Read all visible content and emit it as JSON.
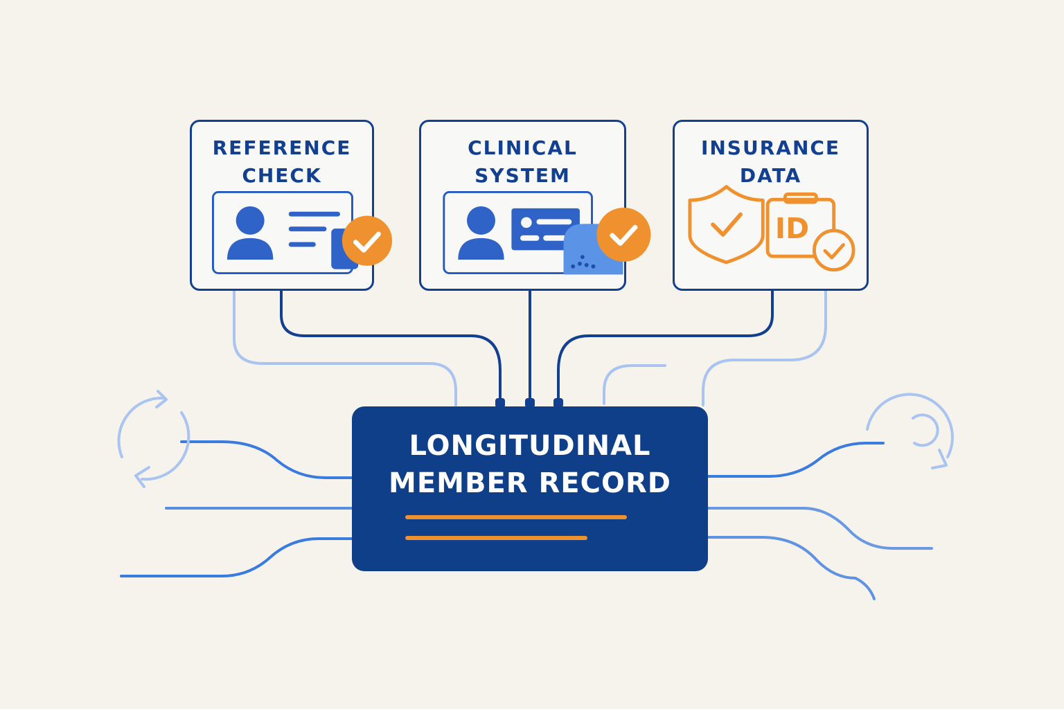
{
  "sources": [
    {
      "title": "REFERENCE\nCHECK",
      "icon": "id-card-check-icon"
    },
    {
      "title": "CLINICAL\nSYSTEM",
      "icon": "clinical-card-check-icon"
    },
    {
      "title": "INSURANCE\nDATA",
      "icon": "shield-id-check-icon",
      "badge_text": "ID"
    }
  ],
  "hub": {
    "title": "LONGITUDINAL\nMEMBER RECORD"
  },
  "colors": {
    "navy": "#123f8f",
    "hub_fill": "#0f3f88",
    "accent_orange": "#f0912f",
    "accent_blue": "#3a7be0",
    "light_blue": "#a9c4f0",
    "background": "#f6f3ec"
  },
  "decor_icons": [
    "sync-arrows-icon",
    "sync-arrows-icon"
  ]
}
